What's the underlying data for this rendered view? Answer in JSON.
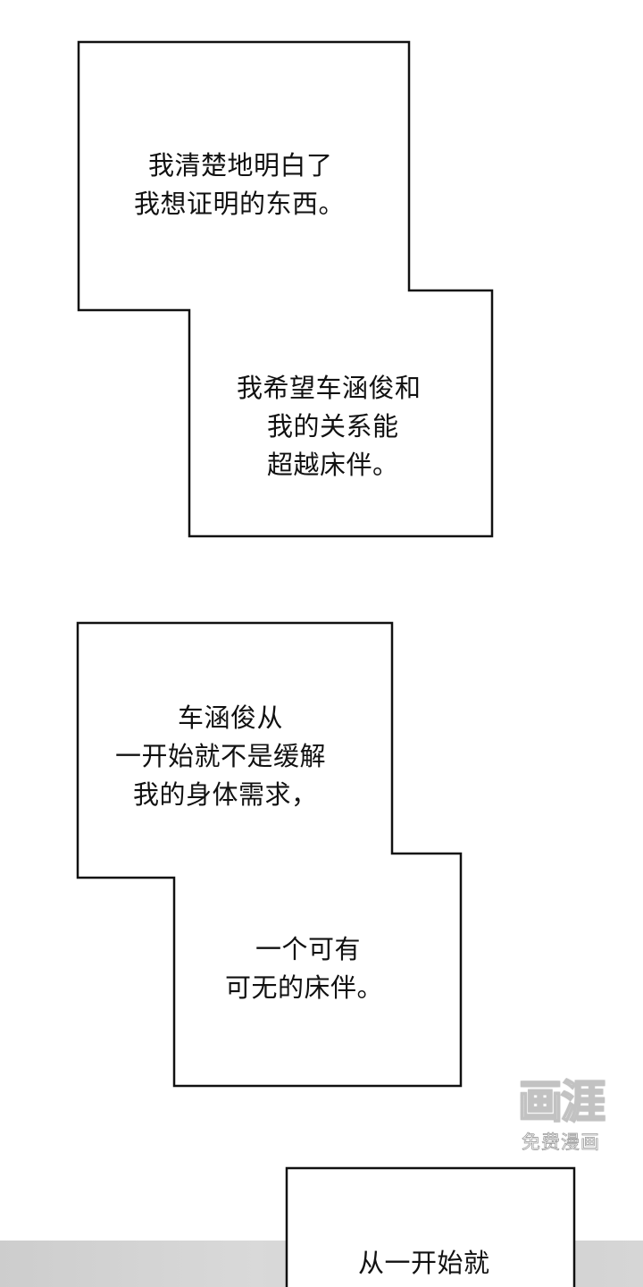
{
  "panels": [
    {
      "lines": [
        "我清楚地明白了",
        "我想证明的东西。"
      ]
    },
    {
      "lines": [
        "我希望车涵俊和",
        "我的关系能",
        "超越床伴。"
      ]
    },
    {
      "lines": [
        "车涵俊从",
        "一开始就不是缓解",
        "我的身体需求，"
      ]
    },
    {
      "lines": [
        "一个可有",
        "可无的床伴。"
      ]
    },
    {
      "lines": [
        "从一开始就"
      ]
    }
  ],
  "watermark": {
    "logo": "画涯",
    "text": "免费漫画"
  }
}
